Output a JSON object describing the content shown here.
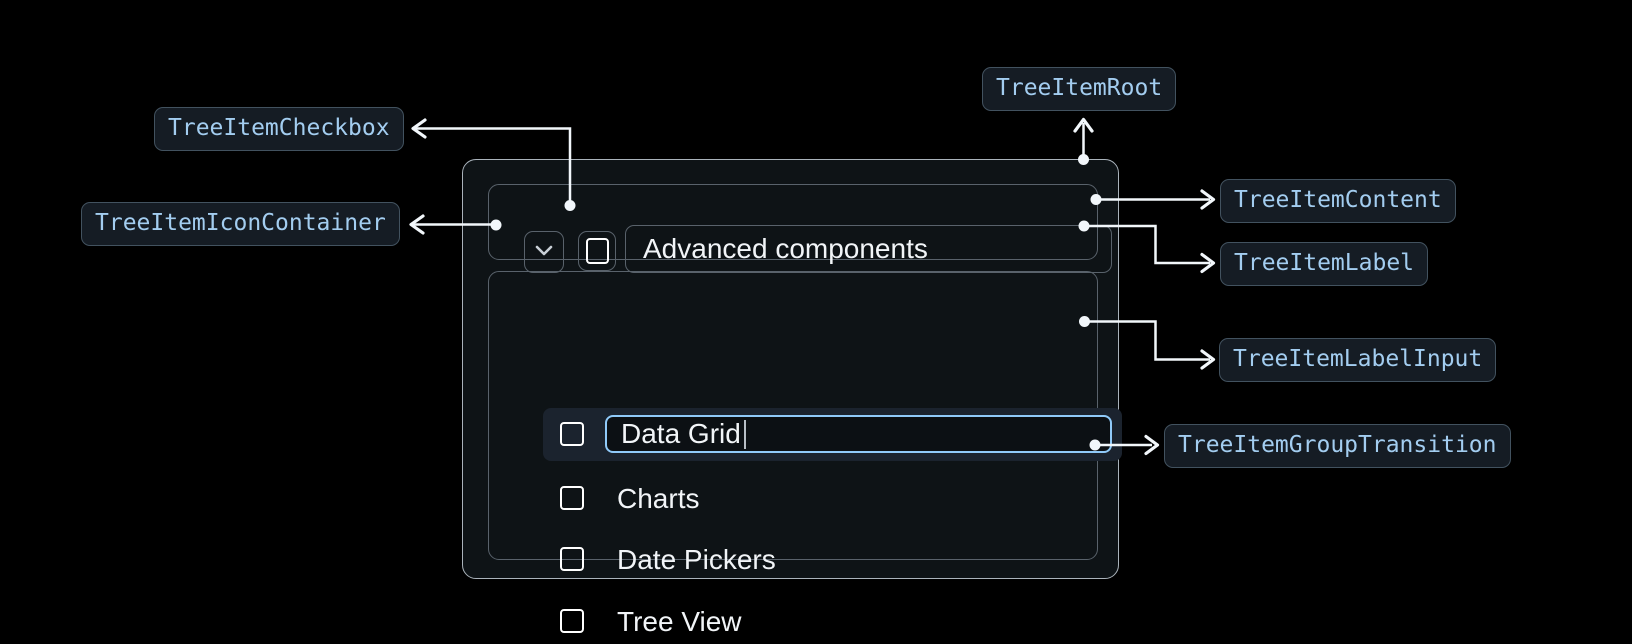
{
  "callouts": {
    "root": {
      "label": "TreeItemRoot"
    },
    "checkbox": {
      "label": "TreeItemCheckbox"
    },
    "icon_container": {
      "label": "TreeItemIconContainer"
    },
    "content": {
      "label": "TreeItemContent"
    },
    "item_label": {
      "label": "TreeItemLabel"
    },
    "label_input": {
      "label": "TreeItemLabelInput"
    },
    "group_transition": {
      "label": "TreeItemGroupTransition"
    }
  },
  "tree": {
    "parent_label": "Advanced components",
    "editing_item_value": "Data Grid",
    "items": [
      {
        "label": "Charts"
      },
      {
        "label": "Date Pickers"
      },
      {
        "label": "Tree View"
      }
    ]
  },
  "icons": {
    "expand": "chevron-down-icon",
    "checkbox": "checkbox-unchecked-icon"
  },
  "colors": {
    "background": "#000000",
    "panel_bg": "#0e1316",
    "panel_border": "#aab3bb",
    "inner_border": "#59626b",
    "row_highlight_bg": "#1b232e",
    "input_border": "#90caf9",
    "input_bg": "#0c1014",
    "text_primary": "#f2f5f8",
    "chip_bg": "#151c24",
    "chip_border": "#42525f",
    "chip_text": "#a3cdf0",
    "wire": "#f2f7fb",
    "checkbox_glyph": "#ffffff",
    "chevron": "#c9d0d7",
    "caret": "#b8bfc6"
  }
}
